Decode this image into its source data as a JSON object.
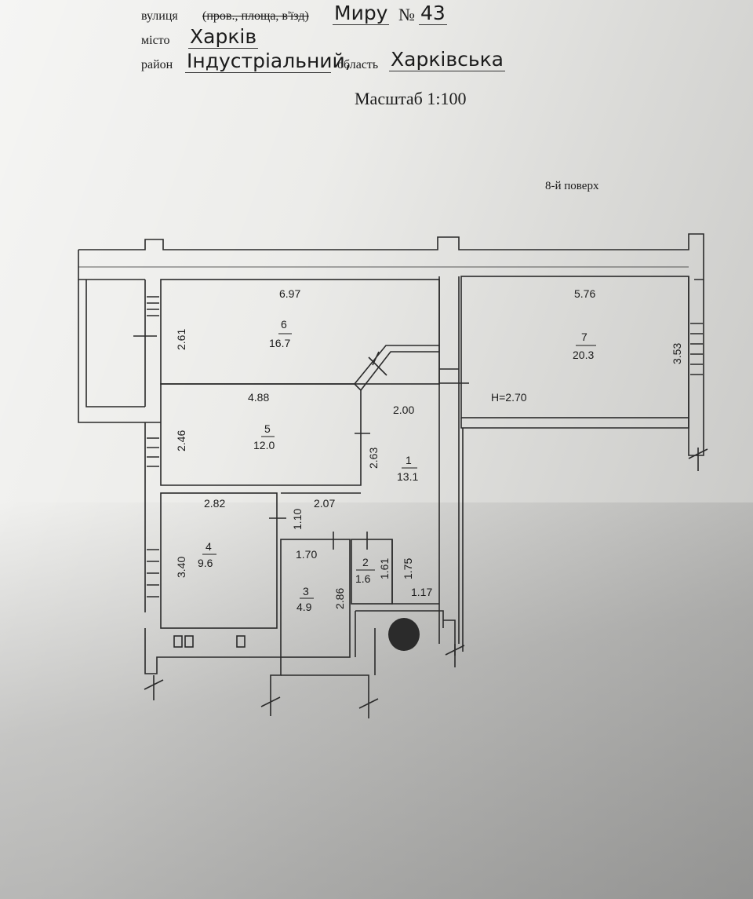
{
  "header": {
    "street_label": "вулиця",
    "street_type_options": "(пров., площа, в'їзд)",
    "street_name": "Миру",
    "number_label": "№",
    "number_value": "43",
    "city_label": "місто",
    "city_value": "Харків",
    "district_label": "район",
    "district_value": "Індустріальний,",
    "region_label": "область",
    "region_value": "Харківська"
  },
  "scale": "Масштаб 1:100",
  "floor": "8-й поверх",
  "ceiling_height": "H=2.70",
  "rooms": [
    {
      "id": "1",
      "area": "13.1"
    },
    {
      "id": "2",
      "area": "1.6"
    },
    {
      "id": "3",
      "area": "4.9"
    },
    {
      "id": "4",
      "area": "9.6"
    },
    {
      "id": "5",
      "area": "12.0"
    },
    {
      "id": "6",
      "area": "16.7"
    },
    {
      "id": "7",
      "area": "20.3"
    }
  ],
  "dimensions": {
    "r6_w": "6.97",
    "r6_h": "2.61",
    "r7_w": "5.76",
    "r7_h": "3.53",
    "r5_w": "4.88",
    "r5_h": "2.46",
    "corr_w": "2.00",
    "corr_h": "2.63",
    "r4_w": "2.82",
    "r4_h": "3.40",
    "d110": "1.10",
    "d207": "2.07",
    "r3_w": "1.70",
    "r3_h": "2.86",
    "r2_h": "1.61",
    "d175": "1.75",
    "d117": "1.17"
  },
  "colors": {
    "line": "#2a2a2a",
    "paper": "#e9e9e6"
  }
}
